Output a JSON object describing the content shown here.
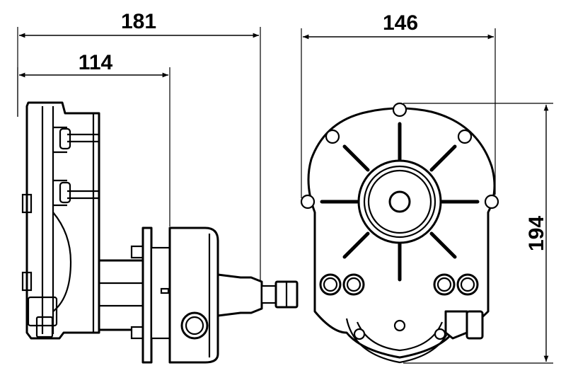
{
  "dimensions": {
    "side_total_width": "181",
    "side_partial_width": "114",
    "front_width": "146",
    "front_height": "194"
  }
}
